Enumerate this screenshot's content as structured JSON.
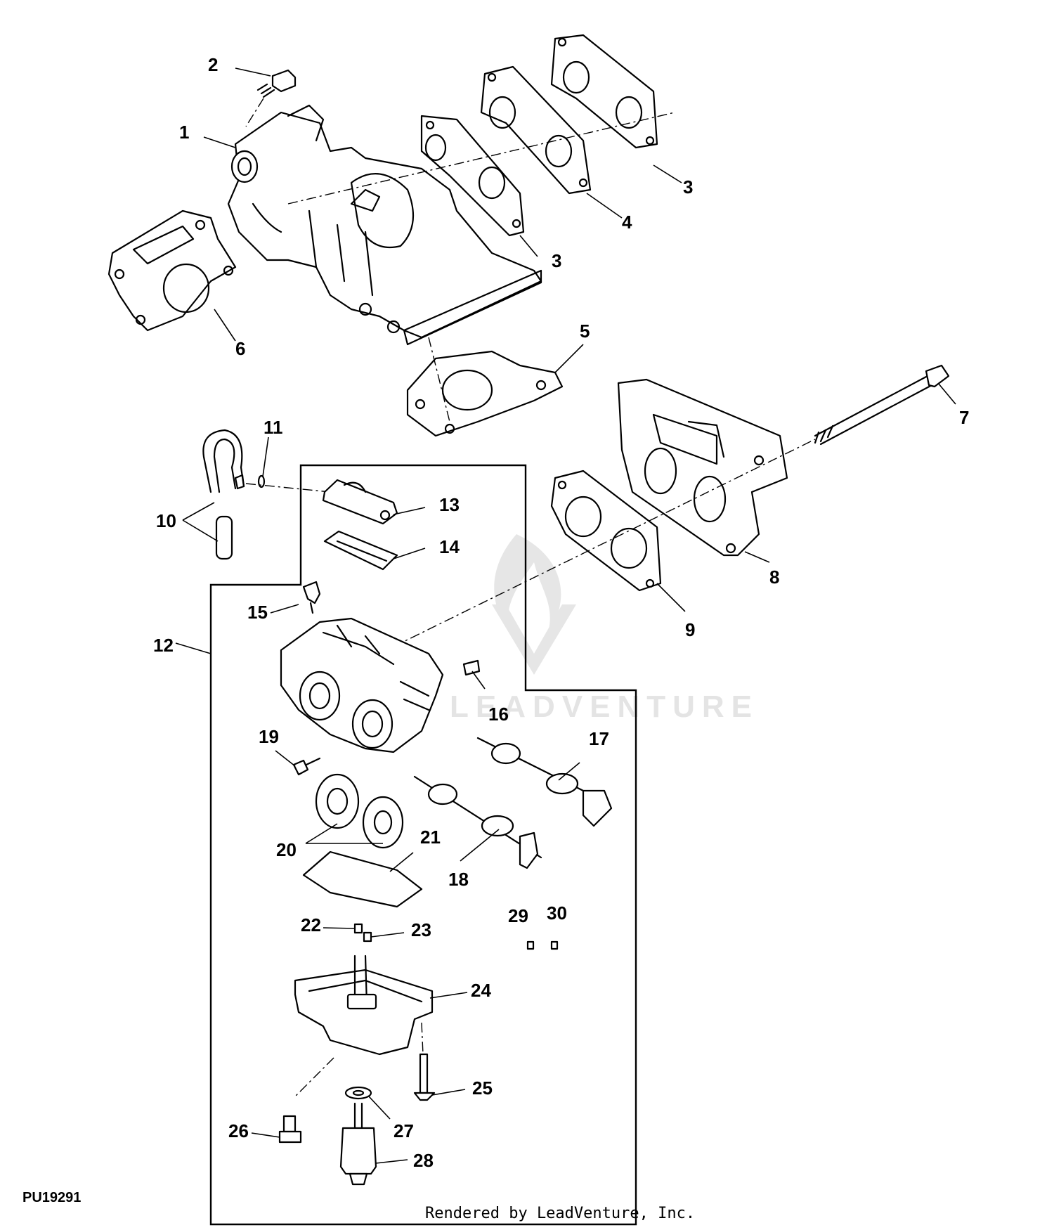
{
  "diagram": {
    "figure_id": "PU19291",
    "credit": "Rendered by LeadVenture, Inc.",
    "watermark": "LEADVENTURE",
    "callouts": [
      {
        "id": "c1",
        "label": "1"
      },
      {
        "id": "c2",
        "label": "2"
      },
      {
        "id": "c3a",
        "label": "3"
      },
      {
        "id": "c3b",
        "label": "3"
      },
      {
        "id": "c4",
        "label": "4"
      },
      {
        "id": "c5",
        "label": "5"
      },
      {
        "id": "c6",
        "label": "6"
      },
      {
        "id": "c7",
        "label": "7"
      },
      {
        "id": "c8",
        "label": "8"
      },
      {
        "id": "c9",
        "label": "9"
      },
      {
        "id": "c10",
        "label": "10"
      },
      {
        "id": "c11",
        "label": "11"
      },
      {
        "id": "c12",
        "label": "12"
      },
      {
        "id": "c13",
        "label": "13"
      },
      {
        "id": "c14",
        "label": "14"
      },
      {
        "id": "c15",
        "label": "15"
      },
      {
        "id": "c16",
        "label": "16"
      },
      {
        "id": "c17",
        "label": "17"
      },
      {
        "id": "c18",
        "label": "18"
      },
      {
        "id": "c19",
        "label": "19"
      },
      {
        "id": "c20",
        "label": "20"
      },
      {
        "id": "c21",
        "label": "21"
      },
      {
        "id": "c22",
        "label": "22"
      },
      {
        "id": "c23",
        "label": "23"
      },
      {
        "id": "c24",
        "label": "24"
      },
      {
        "id": "c25",
        "label": "25"
      },
      {
        "id": "c26",
        "label": "26"
      },
      {
        "id": "c27",
        "label": "27"
      },
      {
        "id": "c28",
        "label": "28"
      },
      {
        "id": "c29",
        "label": "29"
      },
      {
        "id": "c30",
        "label": "30"
      }
    ]
  }
}
